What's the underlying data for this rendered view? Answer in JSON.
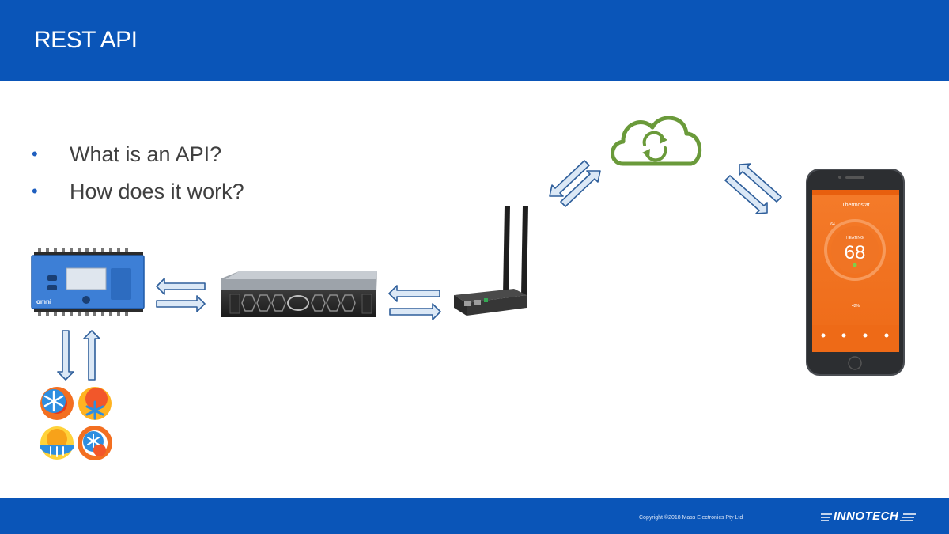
{
  "slide": {
    "title": "REST API",
    "bullets": [
      "What is an API?",
      "How does it work?"
    ],
    "bullet_color": "#1f5fbf",
    "brand_color": "#0a55b8"
  },
  "footer": {
    "copyright": "Copyright ©2018 Mass Electronics Pty Ltd",
    "logo_text": "INNOTECH"
  },
  "devices": {
    "controller_brand": "omni",
    "phone": {
      "app_title": "Thermostat",
      "mode": "HEATING",
      "temperature": "68",
      "humidity": "42%",
      "set_label": "64"
    }
  },
  "icons": [
    "cloud-sync-icon",
    "controller-icon",
    "server-icon",
    "router-icon",
    "smartphone-icon",
    "hvac-modes-icon"
  ]
}
